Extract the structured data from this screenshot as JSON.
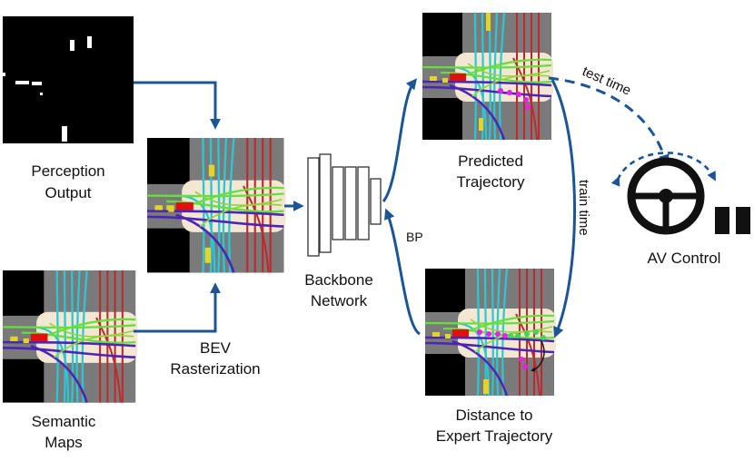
{
  "labels": {
    "perception_line1": "Perception",
    "perception_line2": "Output",
    "semantic_line1": "Semantic",
    "semantic_line2": "Maps",
    "bev_line1": "BEV",
    "bev_line2": "Rasterization",
    "backbone_line1": "Backbone",
    "backbone_line2": "Network",
    "predicted_line1": "Predicted",
    "predicted_line2": "Trajectory",
    "distance_line1": "Distance to",
    "distance_line2": "Expert Trajectory",
    "av_control": "AV Control",
    "bp": "BP",
    "test_time": "test time",
    "train_time": "train time"
  },
  "colors": {
    "arrow": "#1b5596",
    "map_background": "#000000",
    "road_gray": "#808080",
    "junction_cream": "#f3e6d2",
    "lane_cyan": "#29c8d6",
    "lane_red": "#c0292b",
    "lane_green": "#63e03a",
    "lane_purple": "#4b25b5",
    "agent_yellow": "#e3d42a",
    "ego_red": "#e01010",
    "trajectory_magenta": "#e222e6",
    "expert_green": "#3bd65a"
  },
  "icons": {
    "steering": "steering-wheel-icon",
    "pedals": "pedals-icon"
  }
}
